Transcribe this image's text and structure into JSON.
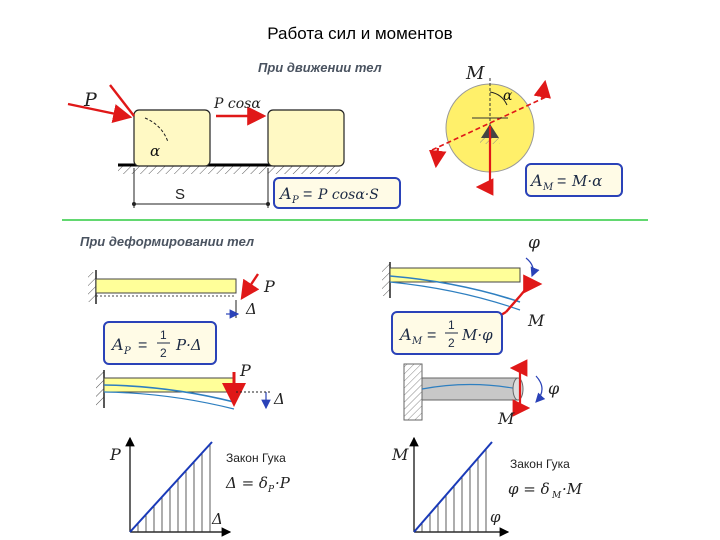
{
  "page": {
    "title": "Работа сил и моментов"
  },
  "section_motion": {
    "title": "При движении тел",
    "force_label": "P",
    "force_component_label": "P cosα",
    "angle_label": "α",
    "displacement_label": "S",
    "formula_force_lhs": "A",
    "formula_force_sub": "P",
    "formula_force_rhs": "P cosα·S",
    "moment_label": "M",
    "moment_angle_label": "α",
    "formula_moment_lhs": "A",
    "formula_moment_sub": "M",
    "formula_moment_rhs": "M·α"
  },
  "section_deform": {
    "title": "При деформировании тел",
    "beam1_force_label": "P",
    "beam1_delta_label": "Δ",
    "formula_p_lhs": "A",
    "formula_p_sub": "P",
    "formula_p_num": "1",
    "formula_p_den": "2",
    "formula_p_rhs": "P·Δ",
    "beam2_force_label": "P",
    "beam2_delta_label": "Δ",
    "beam3_phi_label": "φ",
    "beam3_moment_label": "M",
    "formula_m_lhs": "A",
    "formula_m_sub": "M",
    "formula_m_num": "1",
    "formula_m_den": "2",
    "formula_m_rhs": "M·φ",
    "beam4_phi_label": "φ",
    "beam4_moment_label": "M"
  },
  "hooke_left": {
    "axis_y_label": "P",
    "axis_x_label": "Δ",
    "law_title": "Закон Гука",
    "law_formula_lhs": "Δ = δ",
    "law_formula_sub": "P",
    "law_formula_rhs": "·P"
  },
  "hooke_right": {
    "axis_y_label": "M",
    "axis_x_label": "φ",
    "law_title": "Закон Гука",
    "law_formula_lhs": "φ = δ",
    "law_formula_sub": "M",
    "law_formula_rhs": "·M"
  },
  "colors": {
    "arrow_red": "#e01818",
    "block_fill": "#fff9c4",
    "disk_fill": "#fff06a",
    "beam_fill": "#ffff99",
    "beam_blue": "#2e7fc0",
    "divider_green": "#2ecc40",
    "formula_frame": "#2a42b8",
    "formula_fill": "#fffbe6",
    "hooke_line": "#1a3ab8"
  }
}
